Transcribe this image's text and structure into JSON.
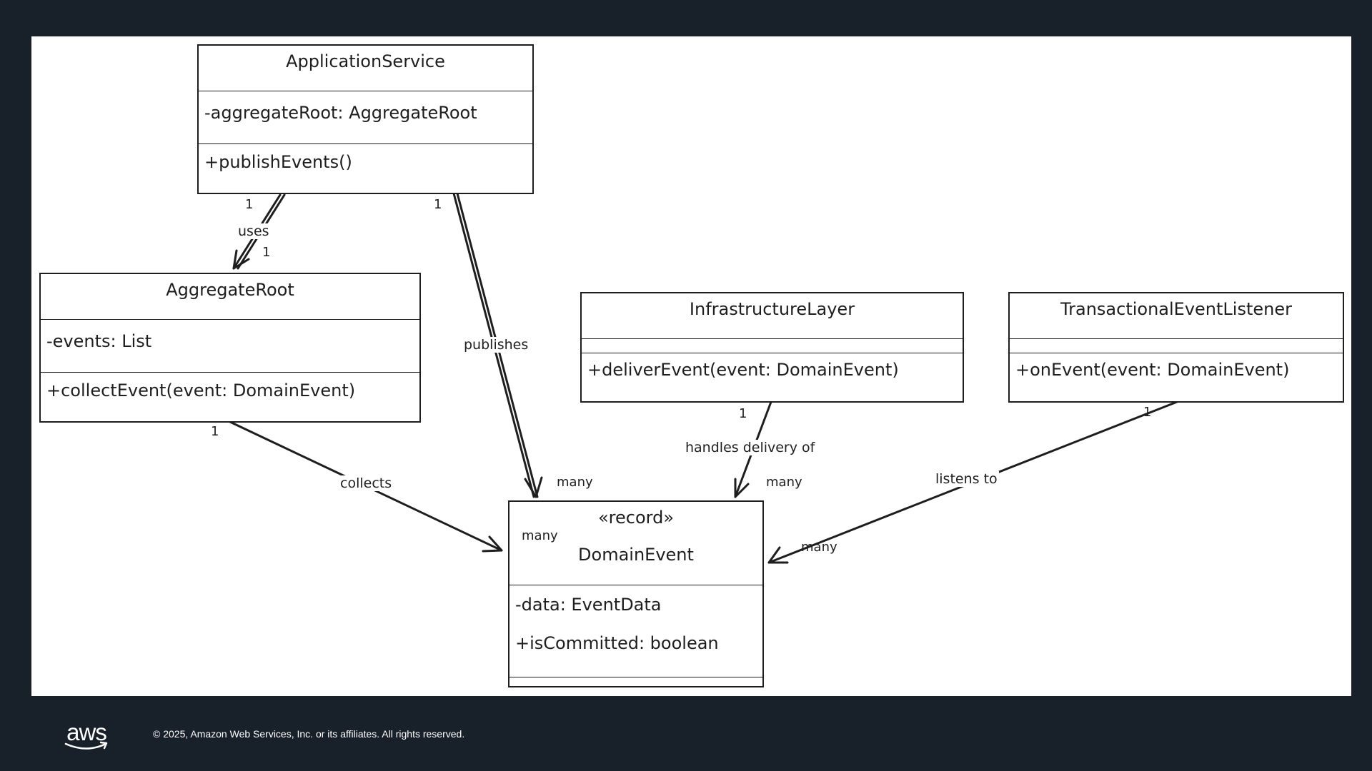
{
  "diagram": {
    "classes": {
      "application_service": {
        "name": "ApplicationService",
        "attributes": [
          "-aggregateRoot: AggregateRoot"
        ],
        "methods": [
          "+publishEvents()"
        ]
      },
      "aggregate_root": {
        "name": "AggregateRoot",
        "attributes": [
          "-events: List"
        ],
        "methods": [
          "+collectEvent(event: DomainEvent)"
        ]
      },
      "infrastructure_layer": {
        "name": "InfrastructureLayer",
        "attributes": [],
        "methods": [
          "+deliverEvent(event: DomainEvent)"
        ]
      },
      "transactional_event_listener": {
        "name": "TransactionalEventListener",
        "attributes": [],
        "methods": [
          "+onEvent(event: DomainEvent)"
        ]
      },
      "domain_event": {
        "stereotype": "«record»",
        "name": "DomainEvent",
        "attributes": [
          "-data: EventData",
          "+isCommitted: boolean"
        ],
        "methods": []
      }
    },
    "relationships": [
      {
        "from": "ApplicationService",
        "to": "AggregateRoot",
        "label": "uses",
        "from_mult": "1",
        "to_mult": "1"
      },
      {
        "from": "ApplicationService",
        "to": "DomainEvent",
        "label": "publishes",
        "from_mult": "1",
        "to_mult": "many"
      },
      {
        "from": "AggregateRoot",
        "to": "DomainEvent",
        "label": "collects",
        "from_mult": "1",
        "to_mult": "many"
      },
      {
        "from": "InfrastructureLayer",
        "to": "DomainEvent",
        "label": "handles delivery of",
        "from_mult": "1",
        "to_mult": "many"
      },
      {
        "from": "TransactionalEventListener",
        "to": "DomainEvent",
        "label": "listens to",
        "from_mult": "1",
        "to_mult": "many"
      }
    ]
  },
  "footer": {
    "logo_text": "aws",
    "copyright": "© 2025, Amazon Web Services, Inc. or its affiliates. All rights reserved."
  },
  "colors": {
    "background": "#18202a",
    "canvas": "#ffffff",
    "ink": "#1e1e1e"
  }
}
